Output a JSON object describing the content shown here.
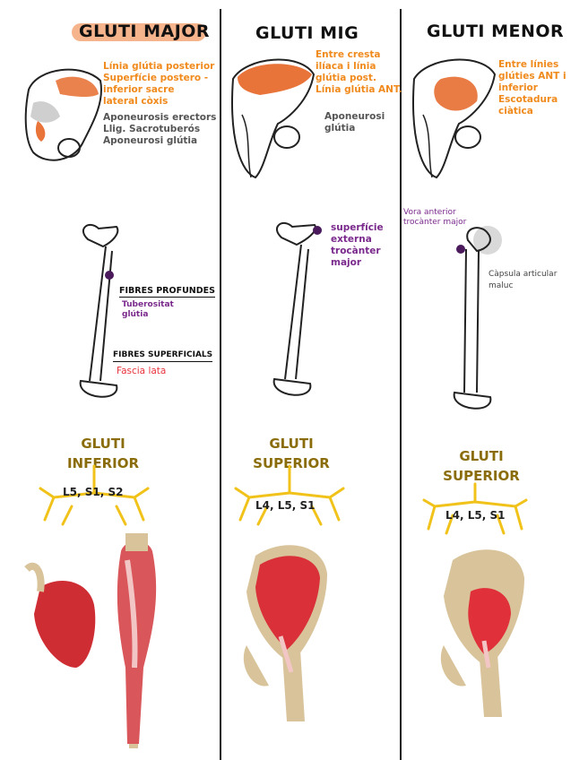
{
  "columns": [
    {
      "title": "GLUTI MAJOR",
      "notes_orange": "Línia glútia posterior\nSuperfície postero -\ninferior sacre\nlateral còxis",
      "notes_grey": "Aponeurosis erectors\nLlig. Sacrotuberós\nAponeurosi glútia",
      "insertion_deep_heading": "FIBRES PROFUNDES",
      "insertion_deep": "Tuberositat\nglútia",
      "insertion_superficial_heading": "FIBRES SUPERFICIALS",
      "insertion_superficial": "Fascia lata",
      "nerve": "GLUTI\nINFERIOR",
      "roots": "L5, S1, S2"
    },
    {
      "title": "GLUTI MIG",
      "notes_orange": "Entre cresta\nilíaca i línia\nglútia post.\nLínia glútia ANT.",
      "notes_grey": "Aponeurosi\nglútia",
      "insertion": "superfície\nexterna\ntrocànter\nmajor",
      "nerve": "GLUTI\nSUPERIOR",
      "roots": "L4, L5, S1"
    },
    {
      "title": "GLUTI MENOR",
      "notes_orange": "Entre línies\nglúties ANT i\ninferior\nEscotadura\nciàtica",
      "insertion": "Vora anterior\ntrocànter major",
      "note_grey": "Càpsula articular\nmaluc",
      "nerve": "GLUTI\nSUPERIOR",
      "roots": "L4, L5, S1"
    }
  ]
}
